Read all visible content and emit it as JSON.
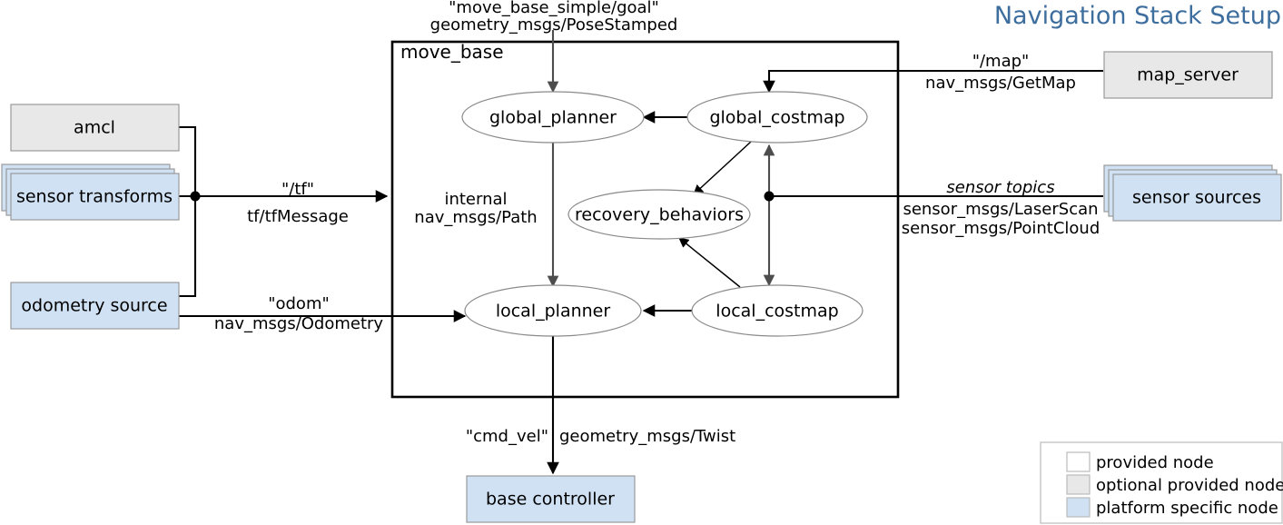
{
  "title": "Navigation Stack Setup",
  "container": {
    "label": "move_base"
  },
  "internal_nodes": [
    {
      "id": "global_planner",
      "label": "global_planner"
    },
    {
      "id": "global_costmap",
      "label": "global_costmap"
    },
    {
      "id": "recovery_behaviors",
      "label": "recovery_behaviors"
    },
    {
      "id": "local_planner",
      "label": "local_planner"
    },
    {
      "id": "local_costmap",
      "label": "local_costmap"
    }
  ],
  "external_nodes": [
    {
      "id": "amcl",
      "label": "amcl",
      "kind": "optional provided node",
      "color": "#e8e8e8",
      "stacked": false
    },
    {
      "id": "sensor_transforms",
      "label": "sensor transforms",
      "kind": "platform specific node",
      "color": "#cfe1f3",
      "stacked": true
    },
    {
      "id": "odometry_source",
      "label": "odometry source",
      "kind": "platform specific node",
      "color": "#cfe1f3",
      "stacked": false
    },
    {
      "id": "base_controller",
      "label": "base controller",
      "kind": "platform specific node",
      "color": "#cfe1f3",
      "stacked": false
    },
    {
      "id": "map_server",
      "label": "map_server",
      "kind": "optional provided node",
      "color": "#e8e8e8",
      "stacked": false
    },
    {
      "id": "sensor_sources",
      "label": "sensor sources",
      "kind": "platform specific node",
      "color": "#cfe1f3",
      "stacked": true
    }
  ],
  "edge_labels": {
    "goal_topic": "\"move_base_simple/goal\"",
    "goal_type": "geometry_msgs/PoseStamped",
    "tf_topic": "\"/tf\"",
    "tf_type": "tf/tfMessage",
    "odom_topic": "\"odom\"",
    "odom_type": "nav_msgs/Odometry",
    "internal_topic": "internal",
    "internal_type": "nav_msgs/Path",
    "cmdvel_topic": "\"cmd_vel\"",
    "cmdvel_type": "geometry_msgs/Twist",
    "map_topic": "\"/map\"",
    "map_type": "nav_msgs/GetMap",
    "sensor_topic": "sensor topics",
    "sensor_type_1": "sensor_msgs/LaserScan",
    "sensor_type_2": "sensor_msgs/PointCloud"
  },
  "legend": {
    "items": [
      {
        "label": "provided node",
        "color": "#ffffff"
      },
      {
        "label": "optional provided node",
        "color": "#e8e8e8"
      },
      {
        "label": "platform specific node",
        "color": "#cfe1f3"
      }
    ]
  },
  "colors": {
    "title": "#3d6e9e",
    "optional_node": "#e8e8e8",
    "platform_node": "#cfe1f3",
    "provided_node": "#ffffff",
    "edge": "#4d4d4d",
    "container_border": "#000000"
  }
}
